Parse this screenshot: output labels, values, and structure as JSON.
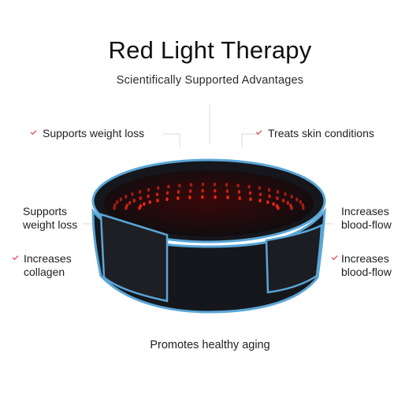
{
  "title": "Red Light Therapy",
  "subtitle": "Scientifically Supported Advantages",
  "features": {
    "top_left": "Supports weight loss",
    "top_right": "Treats skin conditions",
    "mid_left": [
      "Supports",
      "weight loss"
    ],
    "mid_right": [
      "Increases",
      "blood-flow"
    ],
    "low_left": [
      "Increases",
      "collagen"
    ],
    "low_right": [
      "Increases",
      "blood-flow"
    ],
    "bottom": "Promotes healthy aging"
  },
  "colors": {
    "accent": "#d8262c",
    "belt_body": "#15171c",
    "belt_trim": "#5aa6d6",
    "led": "#ff2a1a"
  },
  "icons": [
    "checkmark-icon",
    "red-light-belt-image"
  ]
}
